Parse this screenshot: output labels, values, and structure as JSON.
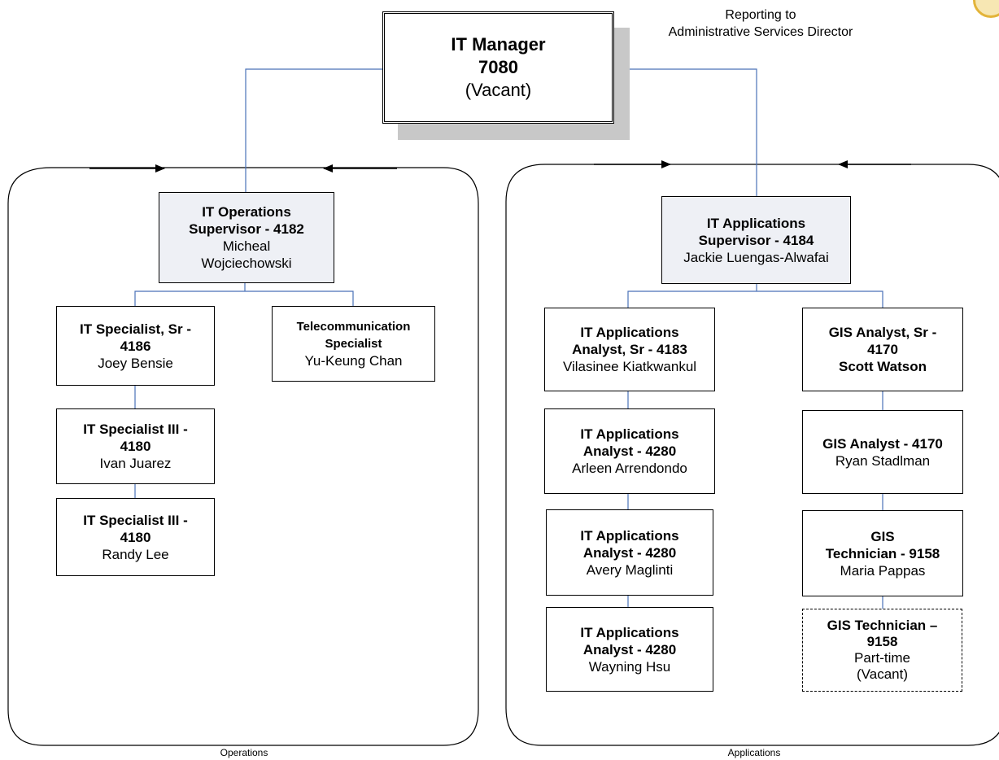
{
  "manager": {
    "title": "IT Manager",
    "code": "7080",
    "name": "(Vacant)"
  },
  "reporting": {
    "line1": "Reporting to",
    "line2": "Administrative Services Director"
  },
  "operations": {
    "caption": "Operations",
    "supervisor": {
      "title": "IT Operations",
      "title2": "Supervisor - 4182",
      "name1": "Micheal",
      "name2": "Wojciechowski"
    },
    "specialist_sr": {
      "title": "IT Specialist, Sr -",
      "code": "4186",
      "name": "Joey Bensie"
    },
    "specialist_iii_1": {
      "title": "IT Specialist III -",
      "code": "4180",
      "name": "Ivan Juarez"
    },
    "specialist_iii_2": {
      "title": "IT Specialist III -",
      "code": "4180",
      "name": "Randy Lee"
    },
    "telecom": {
      "title": "Telecommunication",
      "title2": "Specialist",
      "name": "Yu-Keung Chan"
    }
  },
  "applications": {
    "caption": "Applications",
    "supervisor": {
      "title": "IT Applications",
      "title2": "Supervisor - 4184",
      "name": "Jackie Luengas-Alwafai"
    },
    "analyst_sr": {
      "title": "IT Applications",
      "title2": "Analyst, Sr - 4183",
      "name": "Vilasinee Kiatkwankul"
    },
    "analyst_1": {
      "title": "IT Applications",
      "title2": "Analyst  - 4280",
      "name": "Arleen Arrendondo"
    },
    "analyst_2": {
      "title": "IT Applications",
      "title2": "Analyst  - 4280",
      "name": "Avery Maglinti"
    },
    "analyst_3": {
      "title": "IT Applications",
      "title2": "Analyst  - 4280",
      "name": "Wayning Hsu"
    },
    "gis_sr": {
      "title": "GIS Analyst, Sr -",
      "code": "4170",
      "name": "Scott Watson"
    },
    "gis_analyst": {
      "title": "GIS Analyst - 4170",
      "name": "Ryan Stadlman"
    },
    "gis_tech": {
      "title": "GIS",
      "title2": "Technician - 9158",
      "name": "Maria Pappas"
    },
    "gis_tech_pt": {
      "title": "GIS Technician  –",
      "code": "9158",
      "note": "Part-time",
      "name": "(Vacant)"
    }
  }
}
